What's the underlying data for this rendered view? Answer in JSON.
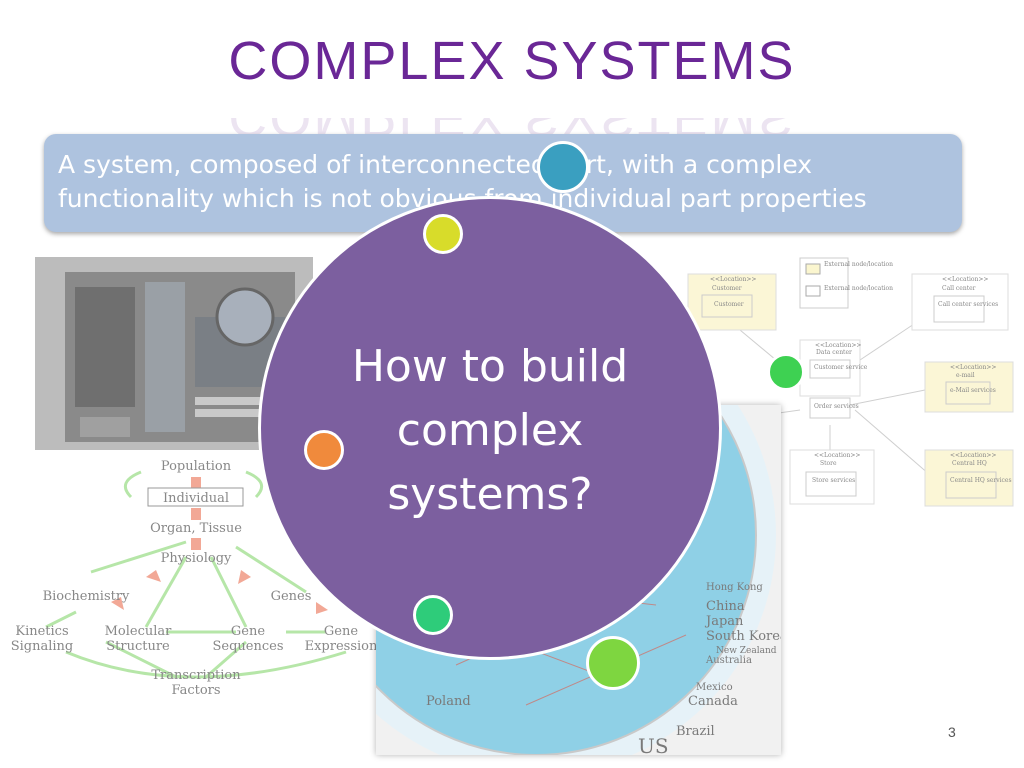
{
  "slide": {
    "title": "COMPLEX SYSTEMS",
    "definition_line1": "A system, composed of interconnected part, with a complex",
    "definition_line2": "functionality which is not obvious from individual part properties",
    "question_line1": "How to build",
    "question_line2": "complex",
    "question_line3": "systems?",
    "page_number": "3"
  },
  "biology_diagram": {
    "population": "Population",
    "individual": "Individual",
    "organ": "Organ, Tissue",
    "physiology": "Physiology",
    "biochemistry": "Biochemistry",
    "genes": "Genes",
    "kinetics": "Kinetics",
    "signaling": "Signaling",
    "molecular": "Molecular",
    "structure": "Structure",
    "gene1": "Gene",
    "sequences": "Sequences",
    "gene2": "Gene",
    "expression": "Expression",
    "transcription": "Transcription",
    "factors": "Factors"
  },
  "network_diagram": {
    "legend_external": "External node/location",
    "legend_external2": "External node/location",
    "location_customer": "<<Location>>",
    "customer_label": "Customer",
    "customer_box": "Customer",
    "location_callcenter": "<<Location>>",
    "callcenter": "Call center",
    "callcenter_services": "Call center services",
    "location_datacenter": "<<Location>>",
    "datacenter": "Data center",
    "customer_service": "Customer service",
    "order_services": "Order services",
    "location_email": "<<Location>>",
    "email": "e-mail",
    "email_services": "e-Mail services",
    "location_store": "<<Location>>",
    "store": "Store",
    "store_services": "Store services",
    "location_hq": "<<Location>>",
    "central_hq": "Central HQ",
    "central_hq_services": "Central HQ services"
  },
  "map_labels": {
    "china": "China",
    "japan": "Japan",
    "south_korea": "South Korea",
    "new_zealand": "New Zealand",
    "australia": "Australia",
    "hong_kong": "Hong Kong",
    "poland": "Poland",
    "canada": "Canada",
    "brazil": "Brazil",
    "mexico": "Mexico",
    "us": "US"
  },
  "colors": {
    "title": "#6a2796",
    "circle": "#7c5f9f",
    "dot_teal": "#3a9fc0",
    "dot_yellow": "#d8dc2a",
    "dot_orange": "#f08a3c",
    "dot_green_small": "#2ecc7a",
    "dot_green_big": "#7ed640",
    "dot_green_right": "#3ed152"
  }
}
